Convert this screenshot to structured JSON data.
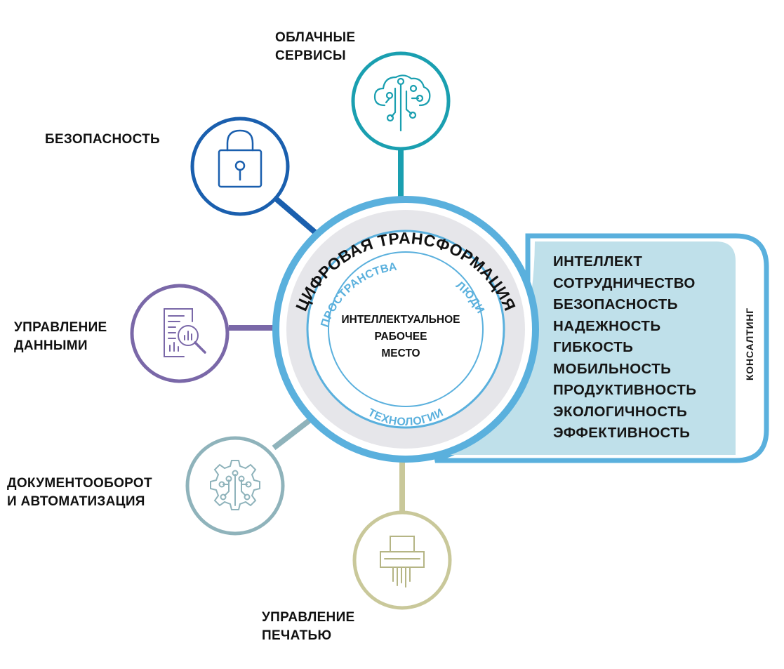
{
  "diagram": {
    "outer_ring_title": "ЦИФРОВАЯ ТРАНСФОРМАЦИЯ",
    "inner_ring_labels": {
      "spaces": "ПРОСТРАНСТВА",
      "people": "ЛЮДИ",
      "technologies": "ТЕХНОЛОГИИ"
    },
    "center_lines": [
      "ИНТЕЛЛЕКТУАЛЬНОЕ",
      "РАБОЧЕЕ",
      "МЕСТО"
    ],
    "nodes": [
      {
        "id": "cloud",
        "lines": [
          "ОБЛАЧНЫЕ",
          "СЕРВИСЫ"
        ],
        "icon": "cloud-network-icon",
        "color": "#1a9fb0"
      },
      {
        "id": "security",
        "lines": [
          "БЕЗОПАСНОСТЬ"
        ],
        "icon": "padlock-icon",
        "color": "#1a5fae"
      },
      {
        "id": "data",
        "lines": [
          "УПРАВЛЕНИЕ",
          "ДАННЫМИ"
        ],
        "icon": "document-search-icon",
        "color": "#7a68a8"
      },
      {
        "id": "docflow",
        "lines": [
          "ДОКУМЕНТООБОРОТ",
          "И АВТОМАТИЗАЦИЯ"
        ],
        "icon": "gear-circuit-icon",
        "color": "#8fb3bb"
      },
      {
        "id": "print",
        "lines": [
          "УПРАВЛЕНИЕ",
          "ПЕЧАТЬЮ"
        ],
        "icon": "shredder-printer-icon",
        "color": "#c9c89a"
      }
    ],
    "qualities": [
      "ИНТЕЛЛЕКТ",
      "СОТРУДНИЧЕСТВО",
      "БЕЗОПАСНОСТЬ",
      "НАДЕЖНОСТЬ",
      "ГИБКОСТЬ",
      "МОБИЛЬНОСТЬ",
      "ПРОДУКТИВНОСТЬ",
      "ЭКОЛОГИЧНОСТЬ",
      "ЭФФЕКТИВНОСТЬ"
    ],
    "consulting_label": "КОНСАЛТИНГ",
    "colors": {
      "ring_blue": "#5ab0dd",
      "ring_grey": "#e6e6ea",
      "panel_fill": "#bfe0ea",
      "text": "#111111"
    }
  }
}
